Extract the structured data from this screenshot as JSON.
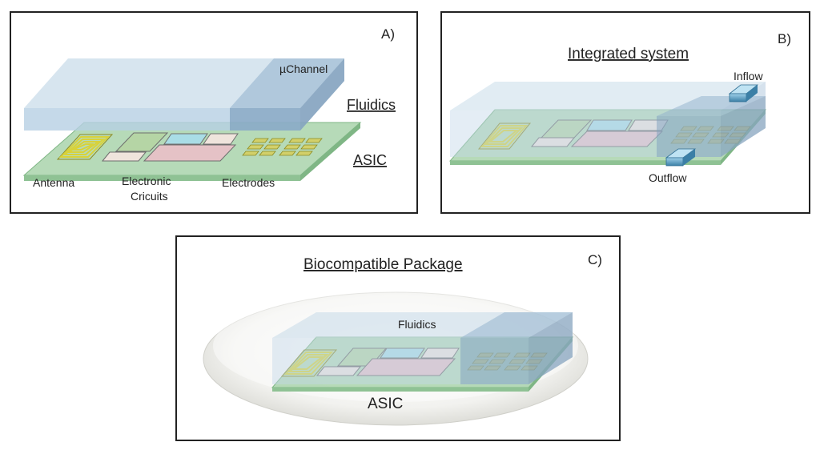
{
  "panel_a": {
    "letter": "A)",
    "channel_label": "µChannel",
    "fluidics_label": "Fluidics",
    "asic_label": "ASIC",
    "antenna_label": "Antenna",
    "circuits_label_line1": "Electronic",
    "circuits_label_line2": "Cricuits",
    "electrodes_label": "Electrodes"
  },
  "panel_b": {
    "letter": "B)",
    "title": "Integrated system",
    "inflow_label": "Inflow",
    "outflow_label": "Outflow"
  },
  "panel_c": {
    "letter": "C)",
    "title": "Biocompatible Package",
    "fluidics_label": "Fluidics",
    "asic_label": "ASIC"
  },
  "colors": {
    "frame": "#222222",
    "fluidics_fill": "#c9dcea",
    "channel_fill": "#8fb0cc",
    "asic_fill": "#a9d3ab",
    "antenna": "#d8d23a",
    "electrode": "#d2d06a",
    "block_green": "#b5d5a5",
    "block_cyan": "#a9dde6",
    "block_pink": "#e5c2c6",
    "block_light": "#efe4dc",
    "package": "#e9e9e4"
  }
}
